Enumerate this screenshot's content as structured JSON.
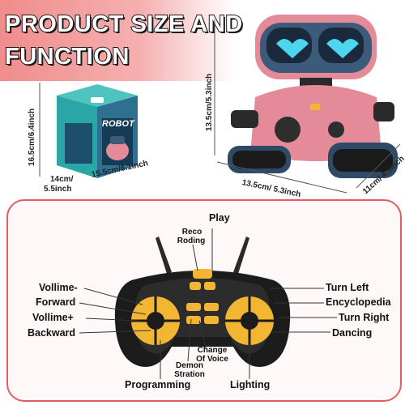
{
  "header": {
    "line1": "PRODUCT SIZE AND",
    "line2": "FUNCTION"
  },
  "box": {
    "height_label": "16.5cm/6.4inch",
    "depth_label_a": "14cm/",
    "depth_label_b": "5.5inch",
    "width_label": "15.5cm/6.1inch",
    "brand_text": "ROBOT"
  },
  "robot": {
    "height_label": "13.5cm/5.3inch",
    "width_label": "13.5cm/ 5.3inch",
    "depth_label": "11cm/ 4.3inch"
  },
  "controller": {
    "labels": {
      "play": "Play",
      "reco_roding_a": "Reco",
      "reco_roding_b": "Roding",
      "vollime_minus": "Vollime-",
      "forward": "Forward",
      "vollime_plus": "Vollime+",
      "backward": "Backward",
      "turn_left": "Turn Left",
      "encyclopedia": "Encyclopedia",
      "turn_right": "Turn Right",
      "dancing": "Dancing",
      "change_of_voice_a": "Change",
      "change_of_voice_b": "Of Voice",
      "demon_stration_a": "Demon",
      "demon_stration_b": "Stration",
      "programming": "Programming",
      "lighting": "Lighting"
    }
  },
  "colors": {
    "accent": "#e06060",
    "robot_pink": "#e58a98",
    "robot_blue": "#3c5a7a",
    "button_yellow": "#f2b632"
  }
}
